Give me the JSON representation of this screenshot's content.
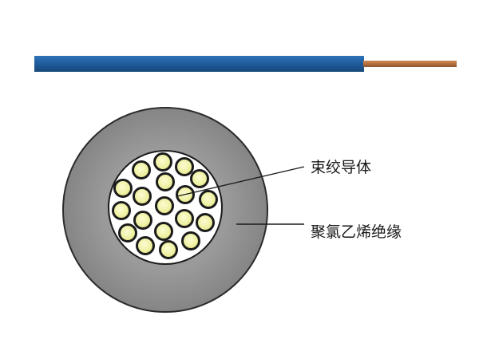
{
  "labels": {
    "conductor": "束绞导体",
    "insulation": "聚氯乙烯绝缘"
  },
  "colors": {
    "wire_insulation": "#1f5b9c",
    "copper": "#b5703f",
    "jacket": "#8e8e8e",
    "jacket_outline": "#2b2b2b",
    "strand_fill": "#eef0a0",
    "strand_outline": "#1b1b1b",
    "core_background": "#ffffff"
  },
  "strand_count": 19
}
